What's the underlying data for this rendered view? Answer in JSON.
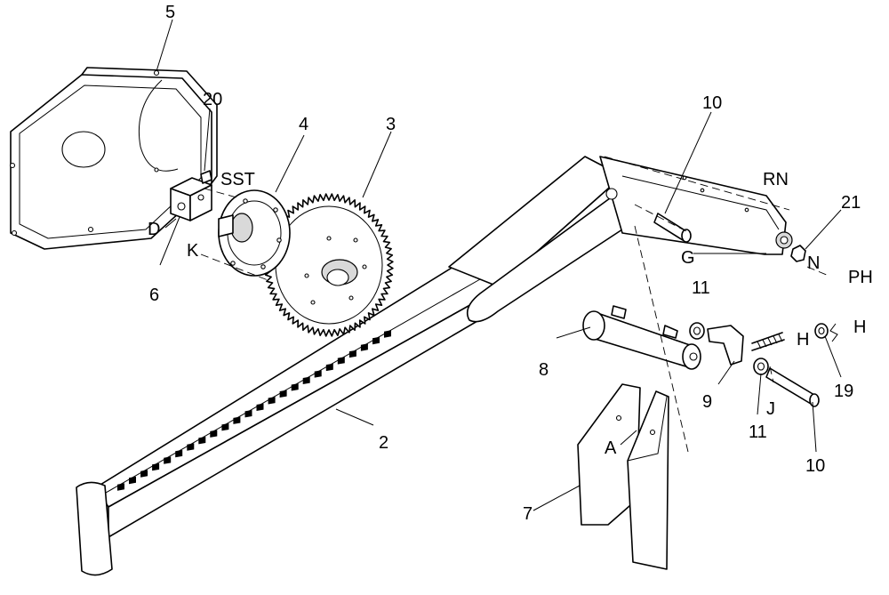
{
  "callouts": {
    "c2": "2",
    "c3": "3",
    "c4": "4",
    "c5": "5",
    "c6": "6",
    "c7": "7",
    "c8": "8",
    "c9": "9",
    "c10a": "10",
    "c10b": "10",
    "c11a": "11",
    "c11b": "11",
    "c19": "19",
    "c20": "20",
    "c21": "21"
  },
  "letters": {
    "A": "A",
    "D": "D",
    "G": "G",
    "H1": "H",
    "H2": "H",
    "J": "J",
    "K": "K",
    "N": "N",
    "PH": "PH",
    "RN": "RN",
    "SST": "SST"
  }
}
